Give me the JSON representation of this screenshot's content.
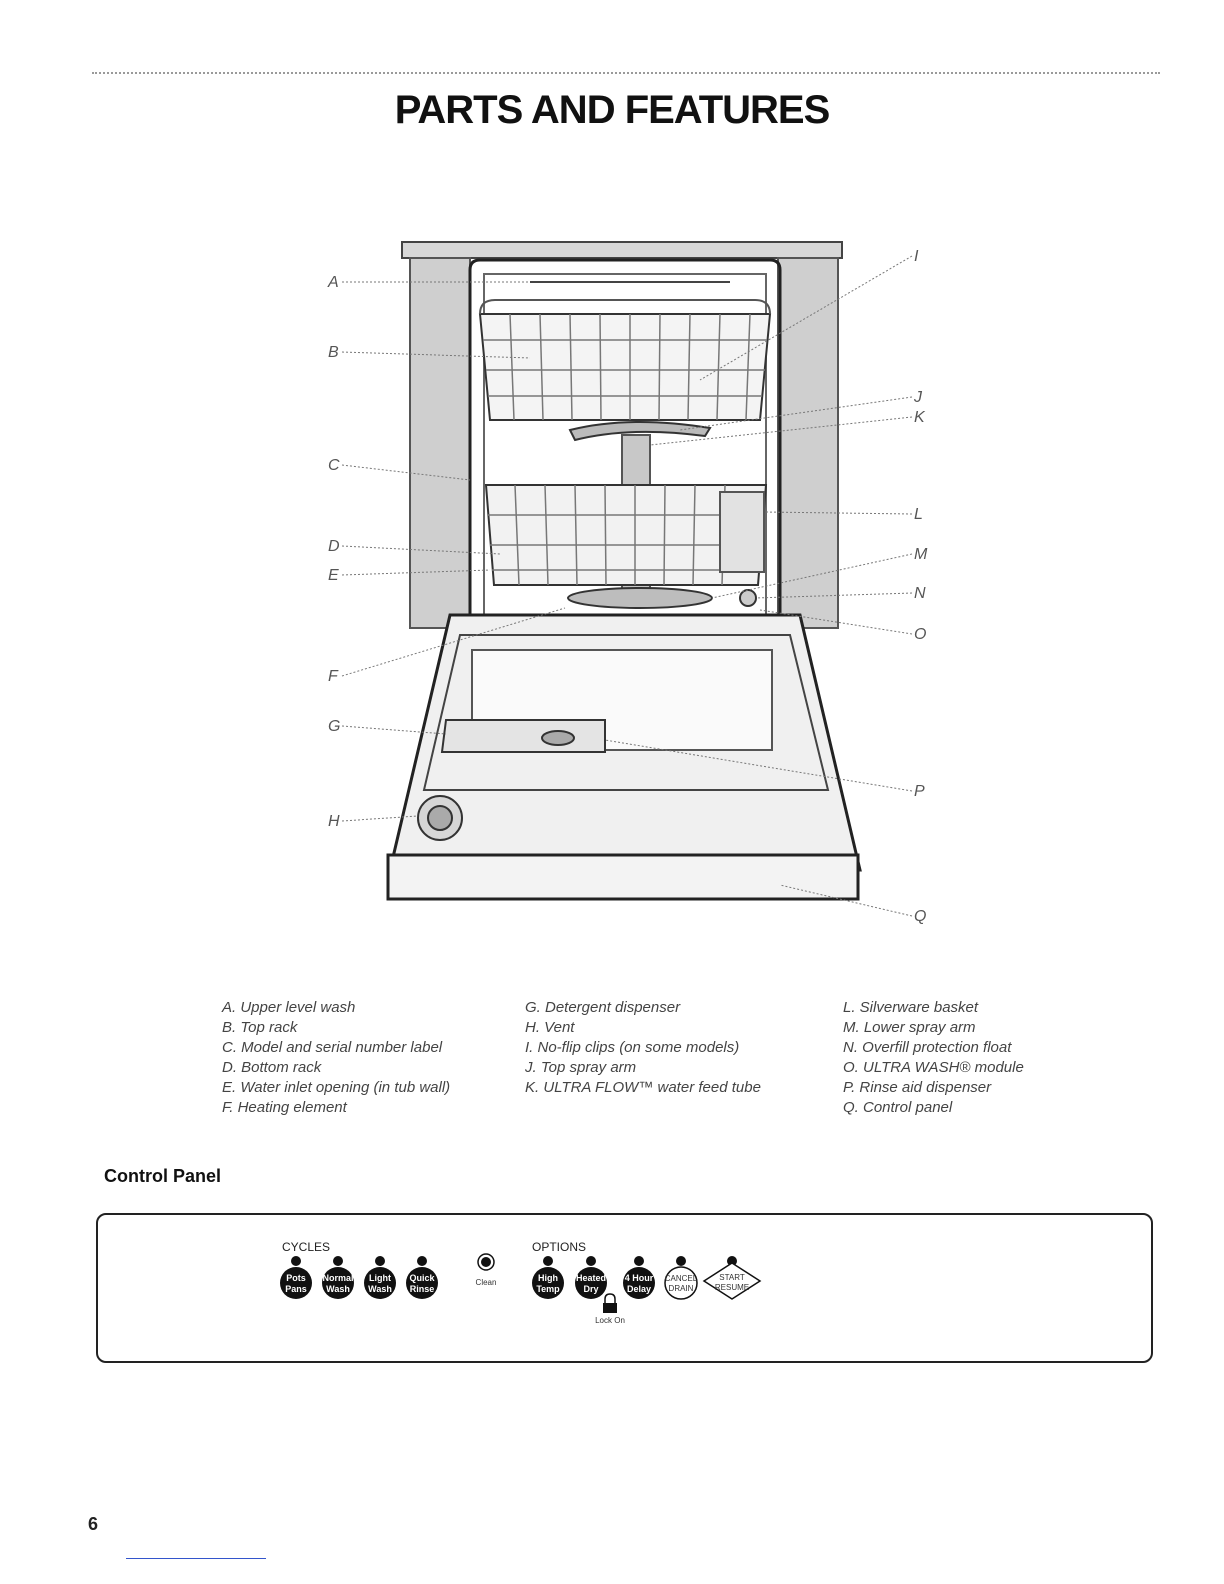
{
  "page": {
    "title": "PARTS AND FEATURES",
    "page_number": "6"
  },
  "diagram": {
    "callouts": [
      "A",
      "B",
      "C",
      "D",
      "E",
      "F",
      "G",
      "H",
      "I",
      "J",
      "K",
      "L",
      "M",
      "N",
      "O",
      "P",
      "Q"
    ]
  },
  "legend": {
    "col1": [
      "A. Upper level wash",
      "B. Top rack",
      "C. Model and serial number label",
      "D. Bottom rack",
      "E. Water inlet opening (in tub wall)",
      "F. Heating element"
    ],
    "col2": [
      "G. Detergent dispenser",
      "H. Vent",
      "I. No-flip clips (on some models)",
      "J. Top spray arm",
      "K. ULTRA FLOW™ water feed tube"
    ],
    "col3": [
      "L. Silverware basket",
      "M. Lower spray arm",
      "N. Overfill protection float",
      "O. ULTRA WASH® module",
      "P. Rinse aid dispenser",
      "Q. Control panel"
    ]
  },
  "control_panel": {
    "heading": "Control Panel",
    "cycles_label": "CYCLES",
    "options_label": "OPTIONS",
    "cycle_buttons": [
      {
        "line1": "Pots",
        "line2": "Pans"
      },
      {
        "line1": "Normal",
        "line2": "Wash"
      },
      {
        "line1": "Light",
        "line2": "Wash"
      },
      {
        "line1": "Quick",
        "line2": "Rinse"
      }
    ],
    "clean_label": "Clean",
    "option_buttons": [
      {
        "line1": "High",
        "line2": "Temp"
      },
      {
        "line1": "Heated",
        "line2": "Dry"
      },
      {
        "line1": "4 Hour",
        "line2": "Delay"
      }
    ],
    "cancel_button": {
      "line1": "CANCEL",
      "line2": "DRAIN"
    },
    "start_button": {
      "line1": "START",
      "line2": "RESUME"
    },
    "lock_label": "Lock On"
  }
}
